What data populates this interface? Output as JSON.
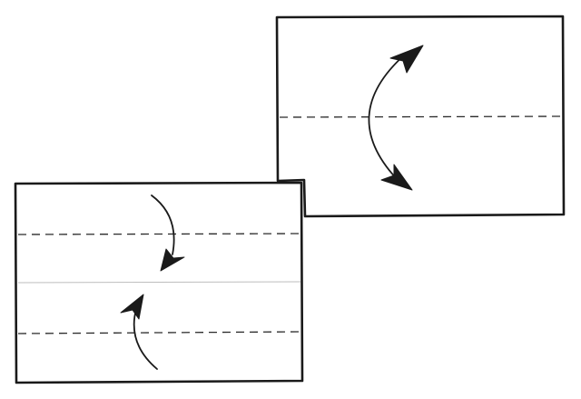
{
  "diagram": {
    "steps": [
      {
        "name": "step-fold-in-half",
        "folds": [
          "valley-fold-center"
        ],
        "arrows": [
          "fold-arrow-both-ways"
        ]
      },
      {
        "name": "step-fold-edges-to-center",
        "folds": [
          "valley-fold-upper",
          "center-crease",
          "valley-fold-lower"
        ],
        "arrows": [
          "fold-arrow-down",
          "fold-arrow-up"
        ]
      }
    ],
    "colors": {
      "line": "#1a1a1a",
      "crease": "#bdbdbd",
      "paper": "#ffffff"
    }
  }
}
